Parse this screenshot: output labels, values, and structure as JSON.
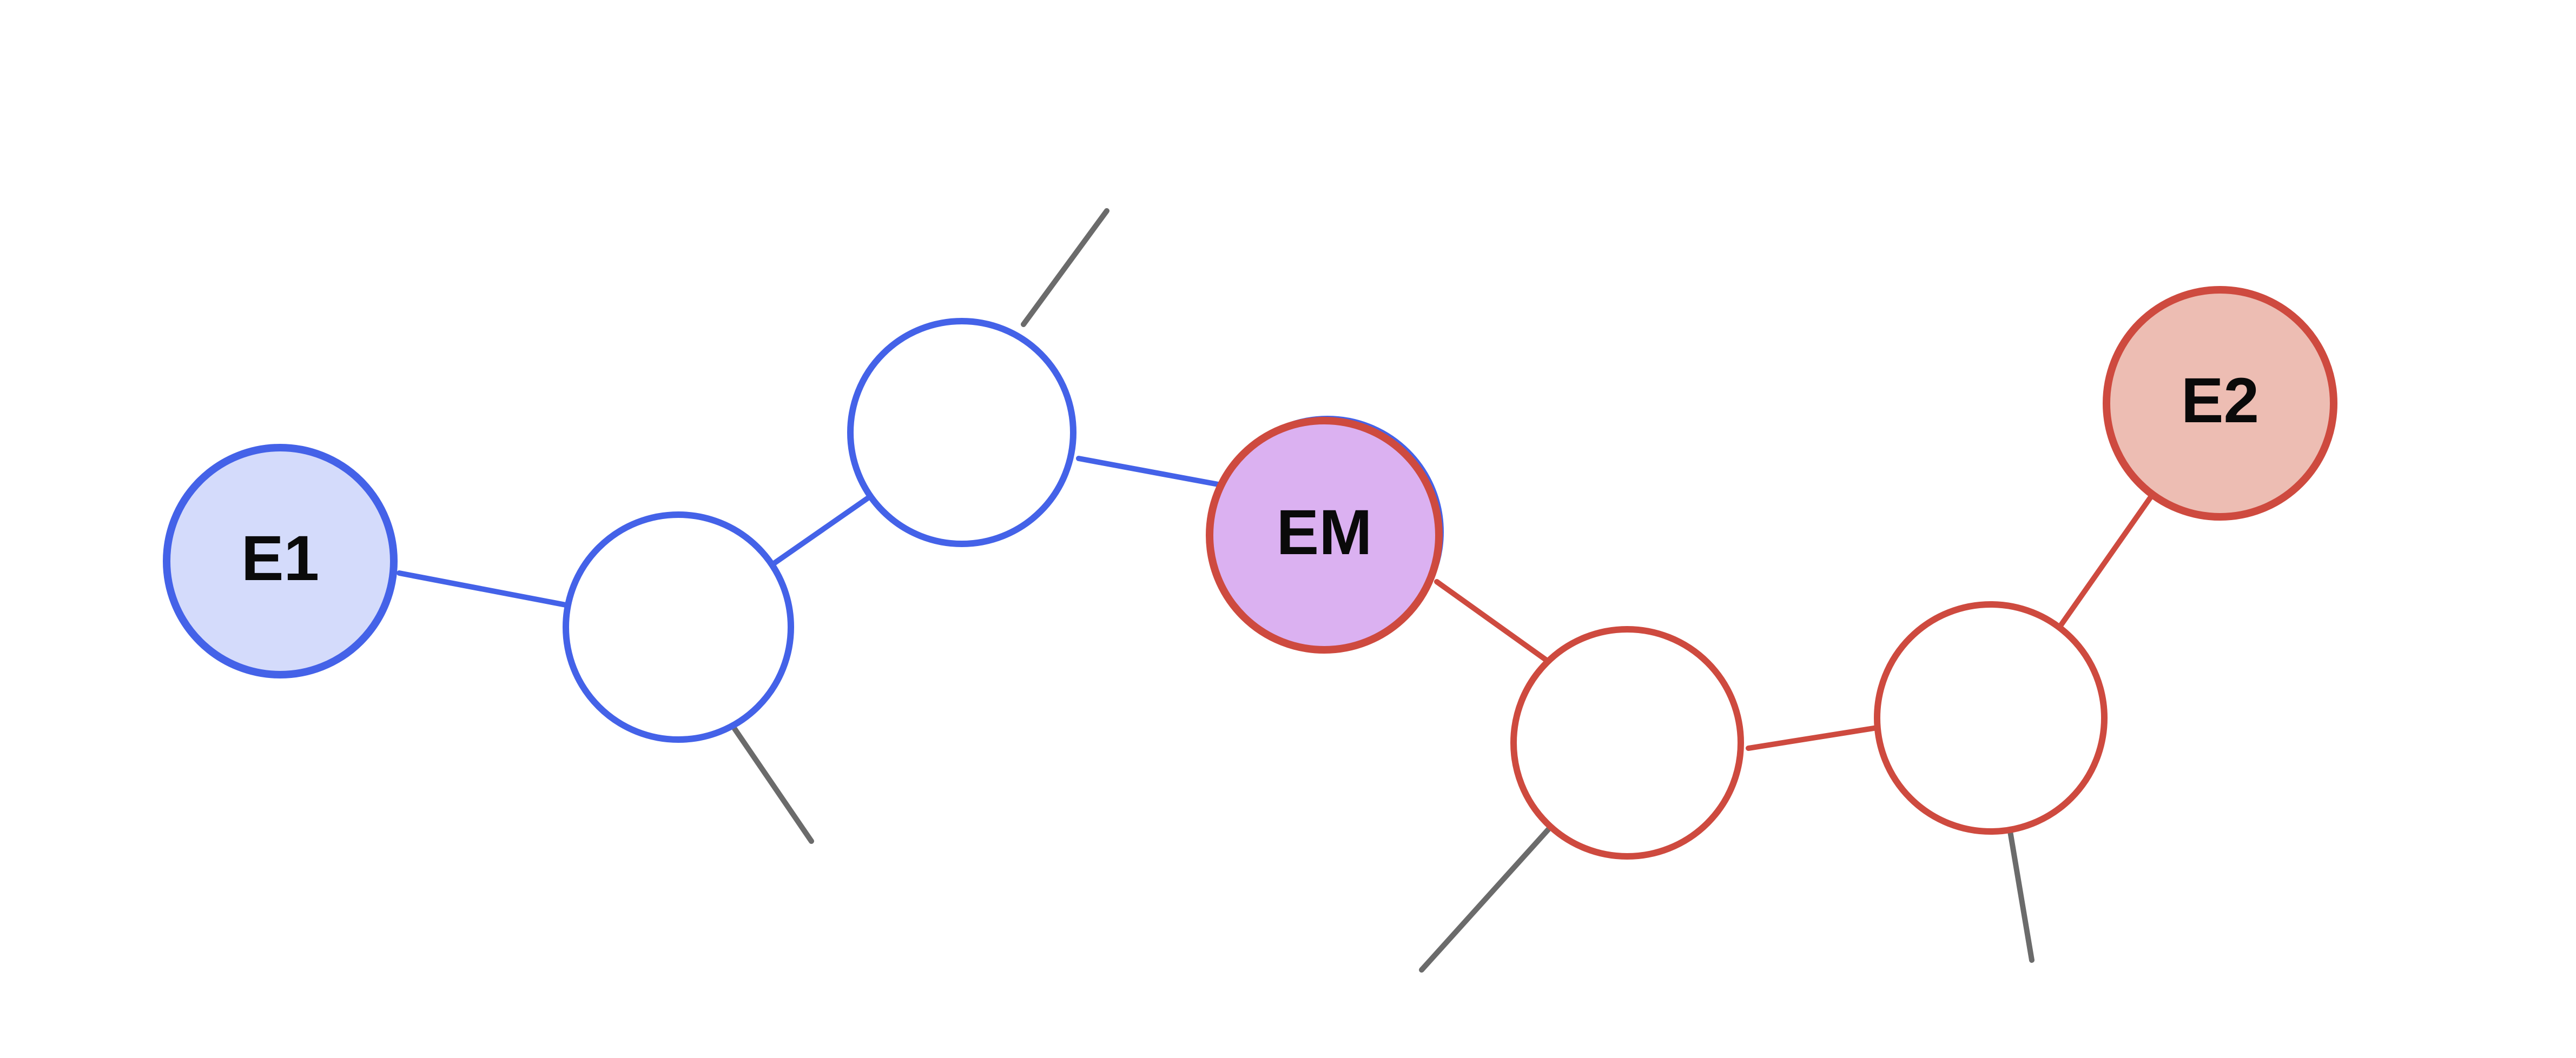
{
  "diagram": {
    "nodes": [
      {
        "id": "e1",
        "label": "E1",
        "fill": "#d4dbfb",
        "stroke": "#4462e8"
      },
      {
        "id": "b1",
        "label": "",
        "fill": "#ffffff",
        "stroke": "#4462e8"
      },
      {
        "id": "b2",
        "label": "",
        "fill": "#ffffff",
        "stroke": "#4462e8"
      },
      {
        "id": "em",
        "label": "EM",
        "fill": "#dbb1f1",
        "stroke": "#ce4a3f",
        "stroke2": "#4462e8"
      },
      {
        "id": "r1",
        "label": "",
        "fill": "#ffffff",
        "stroke": "#ce4a3f"
      },
      {
        "id": "r2",
        "label": "",
        "fill": "#ffffff",
        "stroke": "#ce4a3f"
      },
      {
        "id": "e2",
        "label": "E2",
        "fill": "#edbdb3",
        "stroke": "#ce4a3f"
      }
    ],
    "edges": [
      {
        "from": "e1",
        "to": "b1",
        "color": "#4462e8"
      },
      {
        "from": "b1",
        "to": "b2",
        "color": "#4462e8"
      },
      {
        "from": "b2",
        "to": "em",
        "color": "#4462e8"
      },
      {
        "from": "em",
        "to": "r1",
        "color": "#ce4a3f"
      },
      {
        "from": "r1",
        "to": "r2",
        "color": "#ce4a3f"
      },
      {
        "from": "r2",
        "to": "e2",
        "color": "#ce4a3f"
      }
    ],
    "stubs": [
      {
        "from": "b1",
        "color": "#6b6b6b"
      },
      {
        "from": "b2",
        "color": "#6b6b6b"
      },
      {
        "from": "r1",
        "color": "#6b6b6b"
      },
      {
        "from": "r2",
        "color": "#6b6b6b"
      }
    ],
    "colors": {
      "blue": "#4462e8",
      "red": "#ce4a3f",
      "gray": "#6b6b6b"
    }
  }
}
